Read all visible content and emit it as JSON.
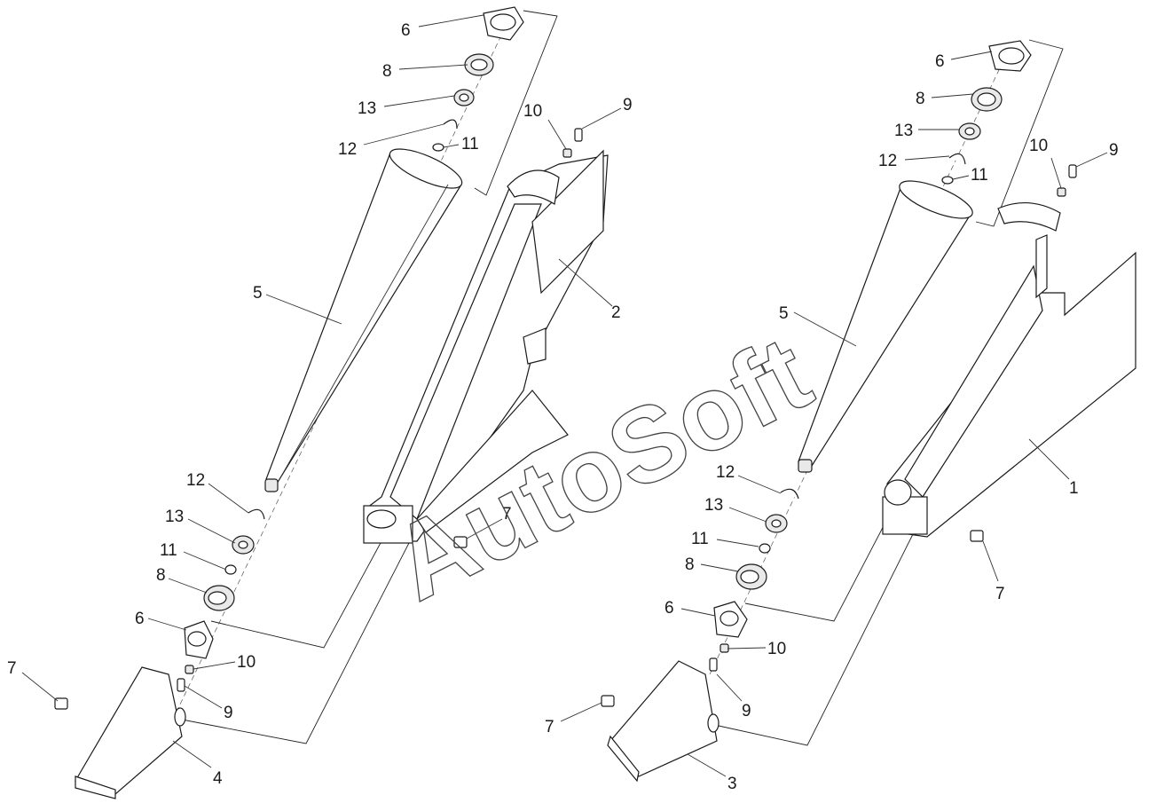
{
  "watermark": "AutoSoft",
  "callouts": {
    "left": {
      "c6_top": "6",
      "c8_top": "8",
      "c13_top": "13",
      "c12_top": "12",
      "c11_top": "11",
      "c10_top": "10",
      "c9_top": "9",
      "c5": "5",
      "c2": "2",
      "c12_bot": "12",
      "c13_bot": "13",
      "c11_bot": "11",
      "c8_bot": "8",
      "c6_bot": "6",
      "c10_bot": "10",
      "c9_bot": "9",
      "c7_frame": "7",
      "c7_far": "7",
      "c4": "4"
    },
    "right": {
      "c6_top": "6",
      "c8_top": "8",
      "c13_top": "13",
      "c12_top": "12",
      "c11_top": "11",
      "c10_top": "10",
      "c9_top": "9",
      "c5": "5",
      "c1": "1",
      "c12_bot": "12",
      "c13_bot": "13",
      "c11_bot": "11",
      "c8_bot": "8",
      "c6_bot": "6",
      "c10_bot": "10",
      "c9_bot": "9",
      "c7_frame": "7",
      "c7_far": "7",
      "c3": "3"
    }
  }
}
